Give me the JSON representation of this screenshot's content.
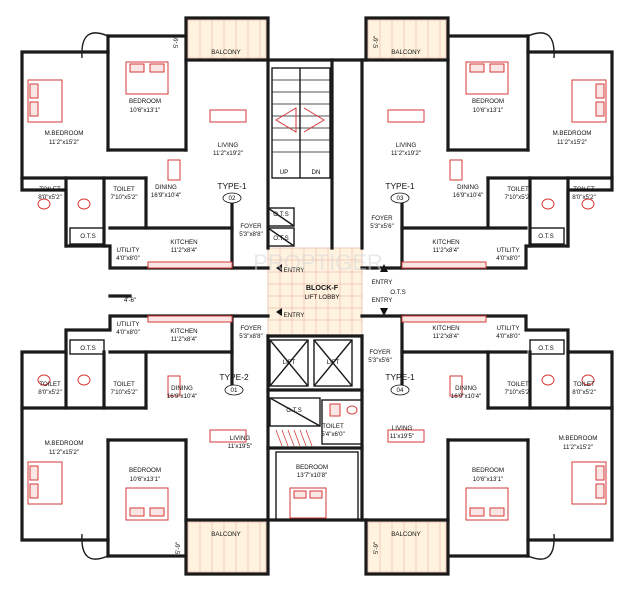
{
  "block": {
    "name": "BLOCK-F",
    "lobby": "LIFT LOBBY"
  },
  "watermark": "PROPTIGER",
  "colors": {
    "wall": "#1a1a1a",
    "furniture": "#d63a3a",
    "tile": "#fff3df"
  },
  "common": {
    "entries": [
      "ENTRY",
      "ENTRY",
      "ENTRY",
      "ENTRY"
    ],
    "lift_left": "LIFT",
    "lift_right": "LIFT",
    "stair_up": "UP",
    "stair_dn": "DN",
    "ots": "O.T.S",
    "toilet": "TOILET",
    "toilet_size": "5'4\"x6'0\"",
    "bedroom": "BEDROOM",
    "bedroom_size": "13'7\"x10'8\""
  },
  "units": [
    {
      "type": "TYPE-1",
      "number": "02",
      "balcony": "BALCONY",
      "balcony_size": "5'-9\"",
      "bedroom": "BEDROOM",
      "bedroom_size": "10'6\"x13'1\"",
      "mbedroom": "M.BEDROOM",
      "mbedroom_size": "11'2\"x15'2\"",
      "living": "LIVING",
      "living_size": "11'2\"x19'2\"",
      "dining": "DINING",
      "dining_size": "16'9\"x10'4\"",
      "toilet1": "TOILET",
      "toilet1_size": "8'0\"x5'2\"",
      "toilet2": "TOILET",
      "toilet2_size": "7'10\"x5'2\"",
      "ots": "O.T.S",
      "foyer": "FOYER",
      "foyer_size": "5'3\"x8'8\"",
      "kitchen": "KITCHEN",
      "kitchen_size": "11'2\"x8'4\"",
      "utility": "UTILITY",
      "utility_size": "4'0\"x8'0\""
    },
    {
      "type": "TYPE-1",
      "number": "03",
      "balcony": "BALCONY",
      "balcony_size": "5'-9\"",
      "bedroom": "BEDROOM",
      "bedroom_size": "10'6\"x13'1\"",
      "mbedroom": "M.BEDROOM",
      "mbedroom_size": "11'2\"x15'2\"",
      "living": "LIVING",
      "living_size": "11'2\"x19'2\"",
      "dining": "DINING",
      "dining_size": "16'9\"x10'4\"",
      "toilet1": "TOILET",
      "toilet1_size": "7'10\"x5'2\"",
      "toilet2": "TOILET",
      "toilet2_size": "8'0\"x5'2\"",
      "ots": "O.T.S",
      "foyer": "FOYER",
      "foyer_size": "5'3\"x5'6\"",
      "kitchen": "KITCHEN",
      "kitchen_size": "11'2\"x8'4\"",
      "utility": "UTILITY",
      "utility_size": "4'0\"x8'0\""
    },
    {
      "type": "TYPE-2",
      "number": "01",
      "balcony": "BALCONY",
      "balcony_size": "5'-9\"",
      "bedroom": "BEDROOM",
      "bedroom_size": "10'6\"x13'1\"",
      "mbedroom": "M.BEDROOM",
      "mbedroom_size": "11'2\"x15'2\"",
      "living": "LIVING",
      "living_size": "11'x19'5\"",
      "dining": "DINING",
      "dining_size": "16'9\"x10'4\"",
      "toilet1": "TOILET",
      "toilet1_size": "8'0\"x5'2\"",
      "toilet2": "TOILET",
      "toilet2_size": "7'10\"x5'2\"",
      "ots": "O.T.S",
      "foyer": "FOYER",
      "foyer_size": "5'3\"x8'8\"",
      "kitchen": "KITCHEN",
      "kitchen_size": "11'2\"x8'4\"",
      "utility": "UTILITY",
      "utility_size": "4'0\"x8'0\"",
      "passage": "4'-6\""
    },
    {
      "type": "TYPE-1",
      "number": "04",
      "balcony": "BALCONY",
      "balcony_size": "5'-9\"",
      "bedroom": "BEDROOM",
      "bedroom_size": "10'6\"x13'1\"",
      "mbedroom": "M.BEDROOM",
      "mbedroom_size": "11'2\"x15'2\"",
      "living": "LIVING",
      "living_size": "11'x19'5\"",
      "dining": "DINING",
      "dining_size": "16'9\"x10'4\"",
      "toilet1": "TOILET",
      "toilet1_size": "7'10\"x5'2\"",
      "toilet2": "TOILET",
      "toilet2_size": "8'0\"x5'2\"",
      "ots": "O.T.S",
      "foyer": "FOYER",
      "foyer_size": "5'3\"x5'6\"",
      "kitchen": "KITCHEN",
      "kitchen_size": "11'2\"x8'4\"",
      "utility": "UTILITY",
      "utility_size": "4'0\"x8'0\""
    }
  ]
}
